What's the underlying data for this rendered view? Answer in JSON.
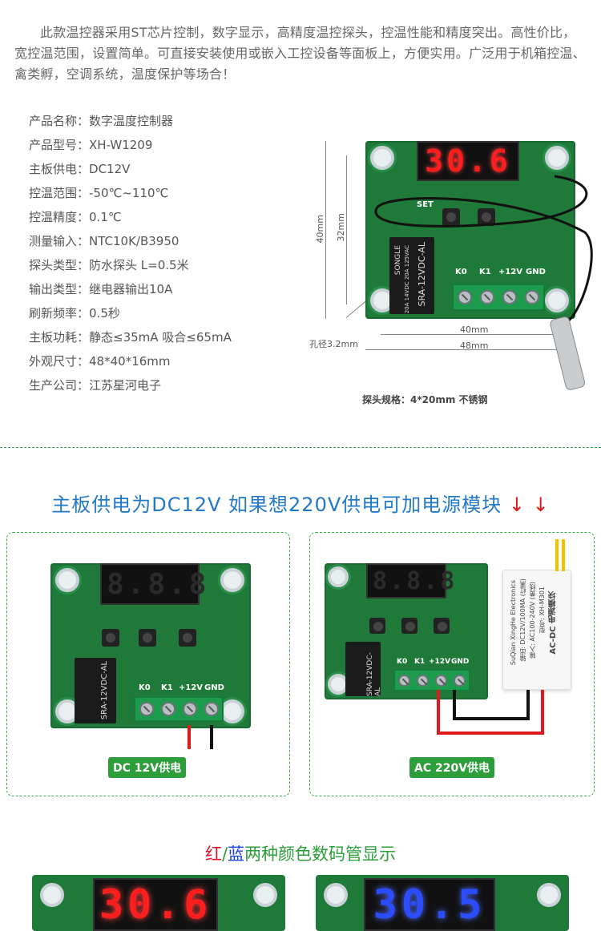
{
  "intro": {
    "text": "此款温控器采用ST芯片控制，数字显示，高精度温控探头，控温性能和精度突出。高性价比，宽控温范围，设置简单。可直接安装使用或嵌入工控设备等面板上，方便实用。广泛用于机箱控温、禽类孵，空调系统，温度保护等场合！"
  },
  "specs": [
    {
      "label": "产品名称：",
      "value": "数字温度控制器"
    },
    {
      "label": "产品型号：",
      "value": "XH-W1209"
    },
    {
      "label": "主板供电：",
      "value": "DC12V"
    },
    {
      "label": "控温范围：",
      "value": "-50℃~110℃"
    },
    {
      "label": "控温精度：",
      "value": "0.1℃"
    },
    {
      "label": "测量输入：",
      "value": "NTC10K/B3950"
    },
    {
      "label": "探头类型：",
      "value": "防水探头 L=0.5米"
    },
    {
      "label": "输出类型：",
      "value": "继电器输出10A"
    },
    {
      "label": "刷新频率：",
      "value": "0.5秒"
    },
    {
      "label": "主板功耗：",
      "value": "静态≤35mA 吸合≤65mA"
    },
    {
      "label": "外观尺寸：",
      "value": "48*40*16mm"
    },
    {
      "label": "生产公司：",
      "value": "江苏星河电子"
    }
  ],
  "board": {
    "display_value": "30.6",
    "set_label": "SET",
    "terminal_labels": [
      "K0",
      "K1",
      "+12V",
      "GND"
    ],
    "relay_text": "SRA-12VDC-AL",
    "relay_brand": "SONGLE",
    "relay_rating": "20A 14VDC 20A 125VAC",
    "dim_height_outer": "40mm",
    "dim_height_inner": "32mm",
    "dim_width_inner": "40mm",
    "dim_width_outer": "48mm",
    "hole_label": "孔径3.2mm",
    "probe_spec": "探头规格：4*20mm 不锈钢"
  },
  "power_heading": {
    "text": "主板供电为DC12V 如果想220V供电可加电源模块",
    "arrows": "↓ ↓"
  },
  "panels": {
    "left_tag": "DC 12V供电",
    "right_tag": "AC 220V供电",
    "display_blank": "8.8.8",
    "module_text": "AC-DC 电源模块",
    "module_model": "型号: XH-M301",
    "module_input": "输入: AC100-240V (黄线)",
    "module_output": "输出: DC12V/100MA (红黑)",
    "module_maker": "SuQian XingHe Electronics"
  },
  "color_heading": {
    "red": "红",
    "sep": "/",
    "blue": "蓝",
    "rest": "两种颜色数码管显示"
  },
  "mini_displays": {
    "red_value": "30.6",
    "blue_value": "30.5"
  },
  "colors": {
    "pcb": "#1f7a3a",
    "red_led": "#ff1e1e",
    "blue_led": "#2b4dff",
    "heading_blue": "#2279c8",
    "tag_green": "#2c9e3a"
  }
}
